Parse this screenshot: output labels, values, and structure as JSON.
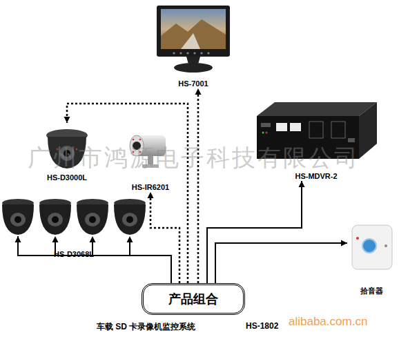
{
  "diagram": {
    "caption": "车载 SD 卡录像机监控系统",
    "nodes": [
      {
        "text": [
          "HS-7001"
        ]
      },
      {
        "text": [
          "HS-D3000L"
        ]
      },
      {
        "text": [
          "HS-IR6201"
        ]
      },
      {
        "text": [
          "HS-MDVR-2"
        ]
      },
      {
        "text": [
          "HS-D3068L"
        ]
      },
      {
        "text": [
          "拾音器"
        ]
      },
      {
        "text": [
          "产品组合"
        ]
      }
    ],
    "edges": [
      {
        "from": 6,
        "to": 0,
        "arrow": "to"
      },
      {
        "from": 6,
        "to": 1,
        "arrow": "to"
      },
      {
        "from": 6,
        "to": 2,
        "arrow": "to"
      },
      {
        "from": 6,
        "to": 3,
        "arrow": "to"
      },
      {
        "from": 6,
        "to": 4,
        "arrow": "to"
      },
      {
        "from": 6,
        "to": 5,
        "arrow": "to"
      }
    ],
    "labels": [
      "HS-1802",
      "广州市鸿源电子科技有限公司",
      "alibaba.com.cn"
    ]
  }
}
